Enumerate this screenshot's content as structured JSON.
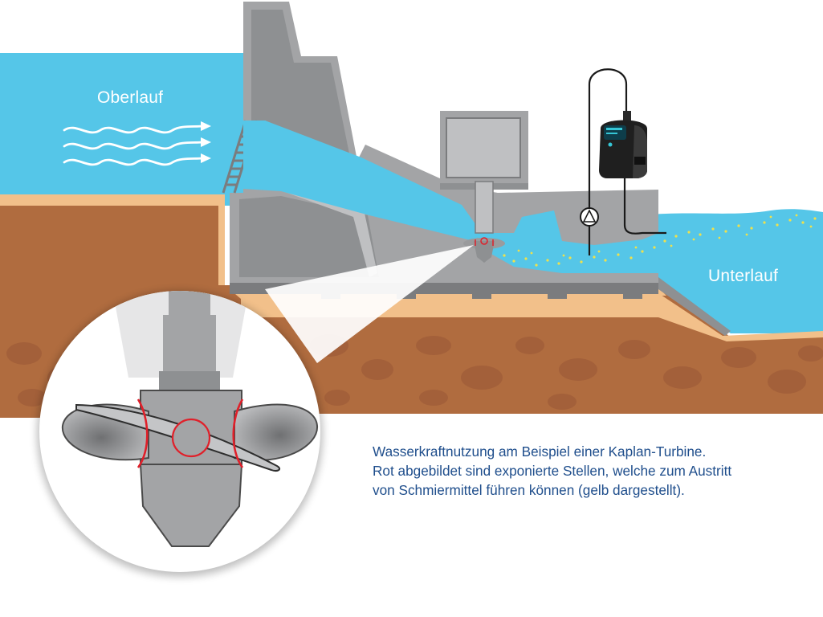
{
  "labels": {
    "upstream": "Oberlauf",
    "downstream": "Unterlauf"
  },
  "caption": {
    "line1": "Wasserkraftnutzung am Beispiel einer Kaplan-Turbine.",
    "line2": "Rot abgebildet sind exponierte Stellen, welche zum Austritt",
    "line3": "von Schmiermittel führen können (gelb dargestellt)."
  },
  "colors": {
    "water": "#55c6e8",
    "concrete": "#a3a4a6",
    "concrete_dark": "#8e9092",
    "soil": "#b06c3f",
    "sand": "#f2c08a",
    "leak_marker": "#e0202a",
    "lubricant": "#f0e14a",
    "caption_text": "#1f4e8c"
  },
  "icons": [
    "flow-arrow-icon",
    "pump-symbol-icon",
    "oil-sensor-device-icon",
    "turbine-runner-icon"
  ]
}
